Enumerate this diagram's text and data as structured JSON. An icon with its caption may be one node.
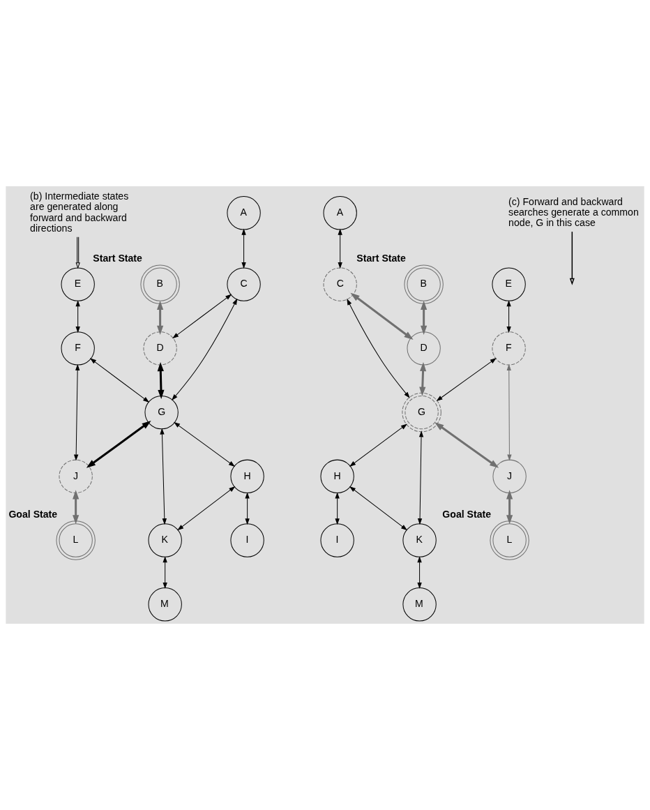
{
  "diagram": {
    "nodes": [
      {
        "text": [
          "(b) Intermediate states are generated along forward and backward directions"
        ]
      },
      {
        "text": [
          "A"
        ]
      },
      {
        "text": [
          "B"
        ],
        "beside": [
          "Start State"
        ]
      },
      {
        "text": [
          "C"
        ]
      },
      {
        "text": [
          "D"
        ]
      },
      {
        "text": [
          "E"
        ]
      },
      {
        "text": [
          "F"
        ]
      },
      {
        "text": [
          "G"
        ]
      },
      {
        "text": [
          "H"
        ]
      },
      {
        "text": [
          "I"
        ]
      },
      {
        "text": [
          "J"
        ]
      },
      {
        "text": [
          "K"
        ]
      },
      {
        "text": [
          "L"
        ],
        "beside": [
          "Goal State"
        ]
      },
      {
        "text": [
          "M"
        ]
      },
      {
        "text": [
          "A"
        ]
      },
      {
        "text": [
          "B"
        ],
        "beside": [
          "Start State"
        ]
      },
      {
        "text": [
          "C"
        ]
      },
      {
        "text": [
          "D"
        ]
      },
      {
        "text": [
          "E"
        ]
      },
      {
        "text": [
          "F"
        ]
      },
      {
        "text": [
          "G"
        ]
      },
      {
        "text": [
          "H"
        ]
      },
      {
        "text": [
          "I"
        ]
      },
      {
        "text": [
          "J"
        ]
      },
      {
        "text": [
          "K"
        ]
      },
      {
        "text": [
          "L"
        ],
        "beside": [
          "Goal State"
        ]
      },
      {
        "text": [
          "M"
        ]
      },
      {
        "text": [
          "(c) Forward and backward searches generate a common node, G in this case"
        ]
      }
    ],
    "edges": [
      {
        "from": 0,
        "to": 5,
        "arrow": "to"
      },
      {
        "from": 1,
        "to": 3,
        "arrow": "both"
      },
      {
        "from": 2,
        "to": 4,
        "arrow": "both",
        "style": "thick",
        "color": "#707070"
      },
      {
        "from": 3,
        "to": 4,
        "arrow": "both"
      },
      {
        "from": 3,
        "to": 7,
        "arrow": "both"
      },
      {
        "from": 4,
        "to": 7,
        "arrow": "both",
        "style": "thick"
      },
      {
        "from": 5,
        "to": 6,
        "arrow": "both"
      },
      {
        "from": 6,
        "to": 7,
        "arrow": "both"
      },
      {
        "from": 7,
        "to": 8,
        "arrow": "both"
      },
      {
        "from": 8,
        "to": 9,
        "arrow": "both"
      },
      {
        "from": 6,
        "to": 10,
        "arrow": "both"
      },
      {
        "from": 7,
        "to": 10,
        "arrow": "both",
        "style": "thick"
      },
      {
        "from": 7,
        "to": 11,
        "arrow": "both"
      },
      {
        "from": 8,
        "to": 11,
        "arrow": "both"
      },
      {
        "from": 10,
        "to": 12,
        "arrow": "both",
        "style": "thick",
        "color": "#707070"
      },
      {
        "from": 11,
        "to": 13,
        "arrow": "both"
      },
      {
        "from": 14,
        "to": 16,
        "arrow": "both"
      },
      {
        "from": 15,
        "to": 17,
        "arrow": "both",
        "style": "thick",
        "color": "#707070"
      },
      {
        "from": 16,
        "to": 17,
        "arrow": "both",
        "style": "thick",
        "color": "#707070"
      },
      {
        "from": 16,
        "to": 20,
        "arrow": "both"
      },
      {
        "from": 17,
        "to": 20,
        "arrow": "both",
        "style": "thick",
        "color": "#707070"
      },
      {
        "from": 18,
        "to": 19,
        "arrow": "both"
      },
      {
        "from": 19,
        "to": 20,
        "arrow": "both"
      },
      {
        "from": 20,
        "to": 21,
        "arrow": "both"
      },
      {
        "from": 21,
        "to": 22,
        "arrow": "both"
      },
      {
        "from": 19,
        "to": 23,
        "arrow": "both",
        "color": "#707070"
      },
      {
        "from": 20,
        "to": 23,
        "arrow": "both",
        "style": "thick",
        "color": "#707070"
      },
      {
        "from": 20,
        "to": 24,
        "arrow": "both"
      },
      {
        "from": 21,
        "to": 24,
        "arrow": "both"
      },
      {
        "from": 23,
        "to": 25,
        "arrow": "both",
        "style": "thick",
        "color": "#707070"
      },
      {
        "from": 24,
        "to": 26,
        "arrow": "both"
      },
      {
        "from": 27,
        "to": null,
        "arrow": "to"
      }
    ]
  }
}
